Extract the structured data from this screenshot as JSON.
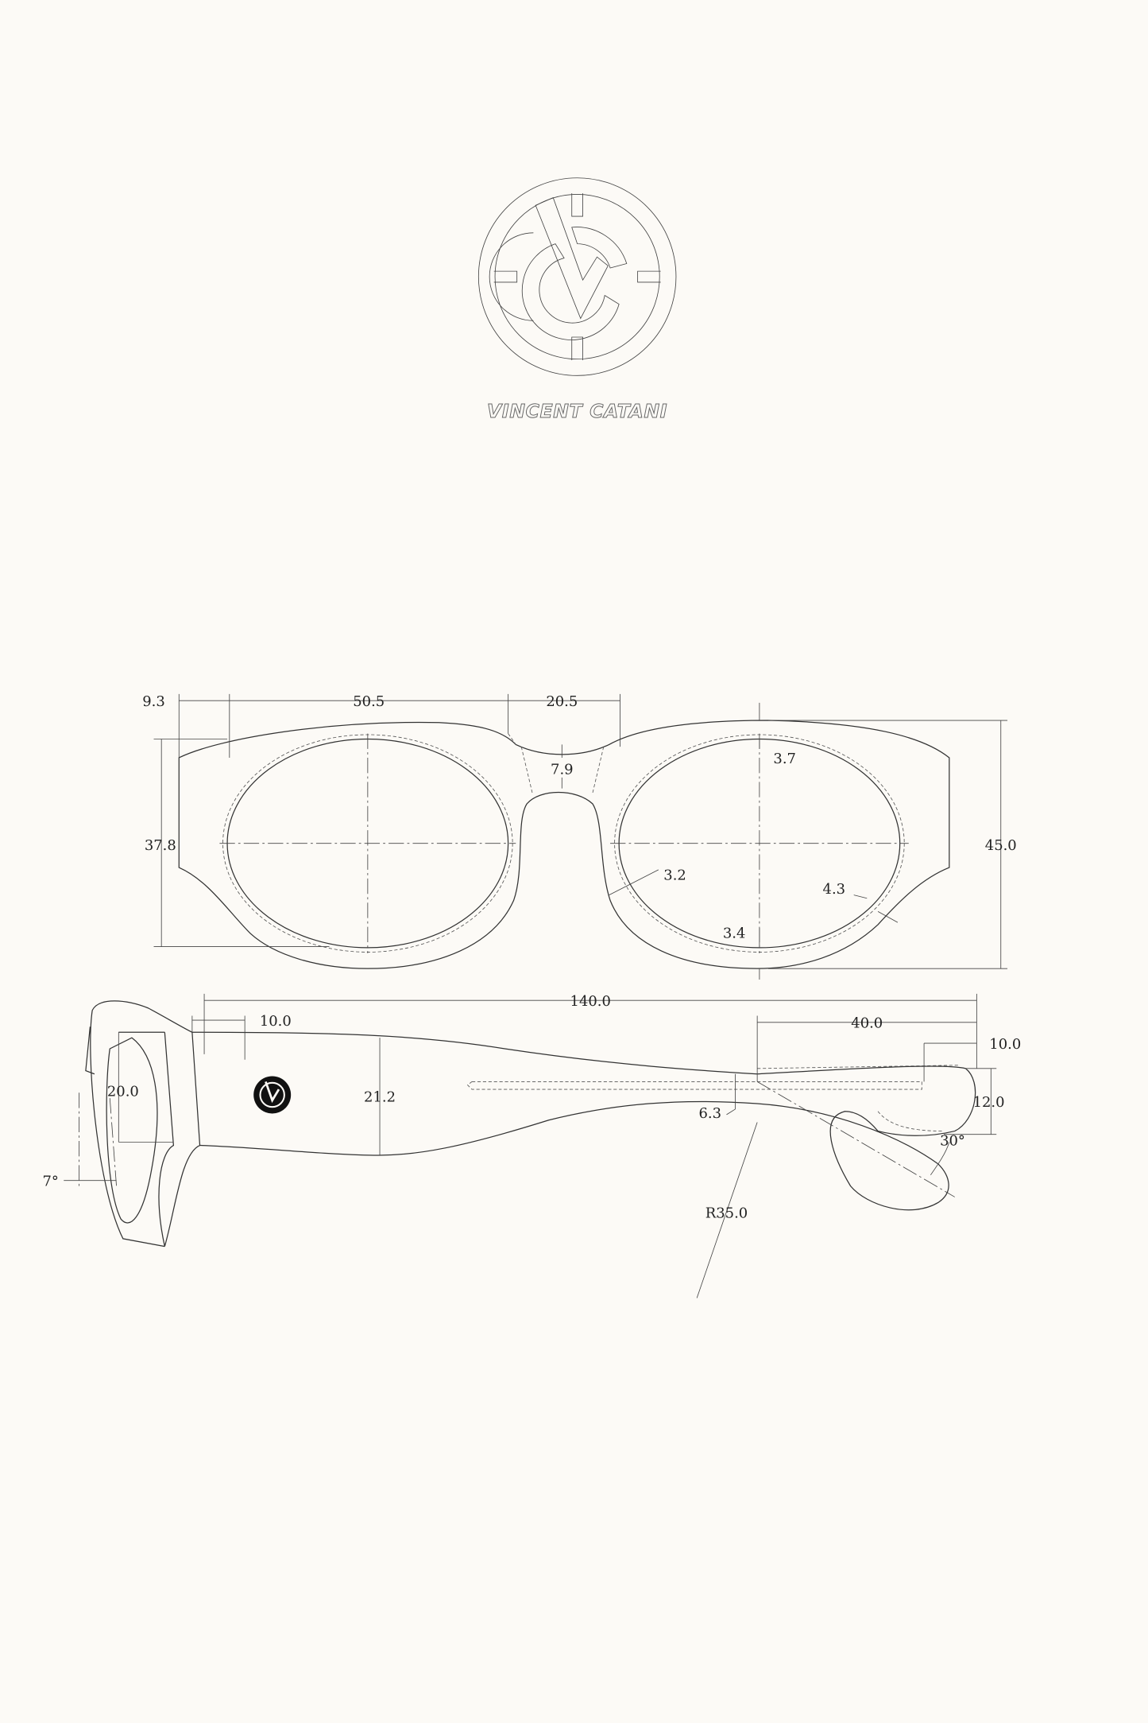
{
  "brand": {
    "name": "VINCENT CATANI"
  },
  "front_view": {
    "dimensions": {
      "temple_width": "9.3",
      "lens_width": "50.5",
      "bridge_width": "20.5",
      "lens_height": "37.8",
      "frame_height": "45.0",
      "bridge_height": "7.9",
      "top_rim": "3.7",
      "inner_rim": "3.2",
      "outer_rim": "4.3",
      "bottom_rim": "3.4"
    }
  },
  "side_view": {
    "dimensions": {
      "temple_length": "140.0",
      "hinge_offset": "10.0",
      "front_thickness": "20.0",
      "temple_height": "21.2",
      "pantoscopic_angle": "7°",
      "bend_length": "40.0",
      "tip_length": "10.0",
      "tip_height": "12.0",
      "core_offset": "6.3",
      "bend_angle": "30°",
      "bend_radius": "R35.0"
    }
  },
  "colors": {
    "background": "#fcfaf6",
    "line": "#333333"
  }
}
